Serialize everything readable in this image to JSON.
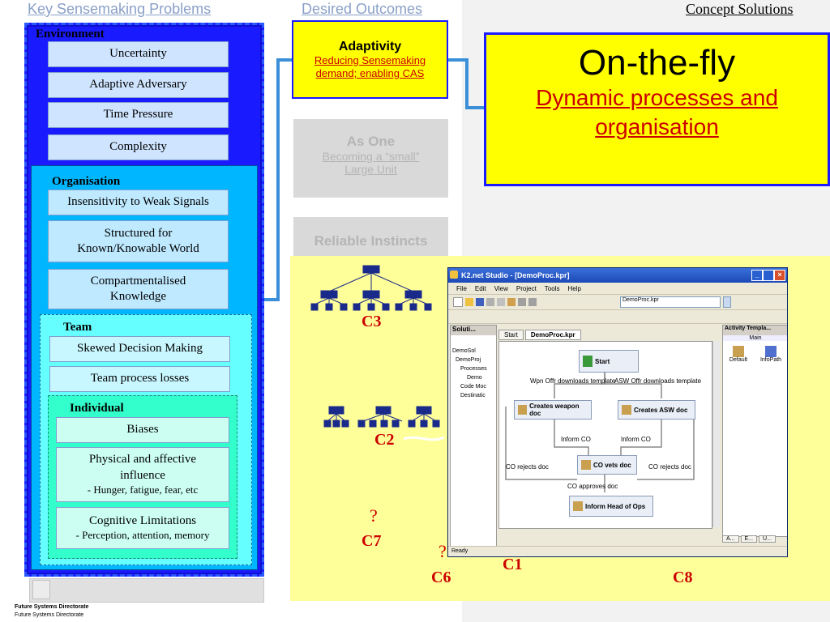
{
  "headers": {
    "problems": "Key Sensemaking Problems",
    "outcomes": "Desired Outcomes",
    "solutions": "Concept Solutions"
  },
  "environment": {
    "label": "Environment",
    "items": [
      "Uncertainty",
      "Adaptive Adversary",
      "Time Pressure",
      "Complexity"
    ]
  },
  "organisation": {
    "label": "Organisation",
    "items": [
      "Insensitivity to Weak Signals",
      "Structured for",
      "Known/Knowable World",
      "Compartmentalised",
      "Knowledge"
    ]
  },
  "team": {
    "label": "Team",
    "items": [
      "Skewed Decision Making",
      "Team process losses"
    ]
  },
  "individual": {
    "label": "Individual",
    "biases": "Biases",
    "physical_title_1": "Physical and affective",
    "physical_title_2": "influence",
    "physical_sub": "- Hunger, fatigue, fear, etc",
    "cognitive_title": "Cognitive Limitations",
    "cognitive_sub": "Perception, attention, memory",
    "cognitive_dash": "-"
  },
  "outcomes": {
    "adaptivity_title": "Adaptivity",
    "adaptivity_sub_1": "Reducing Sensemaking",
    "adaptivity_sub_2": "demand; enabling CAS",
    "asone_title": "As One",
    "asone_sub_1": "Becoming a “small”",
    "asone_sub_2": "Large Unit",
    "instincts_title": "Reliable Instincts"
  },
  "solution": {
    "title": "On-the-fly",
    "sub_1": "Dynamic processes and",
    "sub_2": "organisation"
  },
  "concepts": {
    "c3": "C3",
    "c2": "C2",
    "c7": "C7",
    "c6": "C6",
    "c1": "C1",
    "c8": "C8",
    "q": "?"
  },
  "footer": {
    "line1": "Future Systems Directorate",
    "line2": "Future Systems Directorate"
  },
  "app": {
    "title": "K2.net Studio - [DemoProc.kpr]",
    "menu": [
      "File",
      "Edit",
      "View",
      "Project",
      "Tools",
      "Help"
    ],
    "file_combo": "DemoProc.kpr",
    "solution_panel": "Soluti...",
    "tabs": [
      "Start",
      "DemoProc.kpr"
    ],
    "tree": [
      "DemoSol",
      "DemoProj",
      "Processes",
      "Demo",
      "Code Moc",
      "Destinatic"
    ],
    "activity_panel": "Activity Templa...",
    "activity_main": "Main",
    "activity_items": [
      "Default",
      "InfoPath"
    ],
    "nodes": {
      "start": "Start",
      "weapon": "Creates weapon doc",
      "asw": "Creates ASW doc",
      "vets": "CO vets doc",
      "inform_head": "Inform Head of Ops"
    },
    "edges": {
      "wpn": "Wpn Offr downloads template",
      "asw": "ASW Offr downloads template",
      "inform1": "Inform CO",
      "inform2": "Inform CO",
      "rej1": "CO rejects doc",
      "rej2": "CO rejects doc",
      "approves": "CO approves doc"
    },
    "status": "Ready",
    "bottom_tabs": [
      "A...",
      "E...",
      "U..."
    ]
  },
  "colors": {
    "env_blue": "#1a1aff",
    "org_cyan": "#00b7ff",
    "team_cyan": "#66ffff",
    "yellow": "#ffff00",
    "pale_yellow": "#ffff99",
    "connector": "#3b8fd9",
    "red": "#cc0000",
    "navy_node": "#1a2a8a"
  }
}
